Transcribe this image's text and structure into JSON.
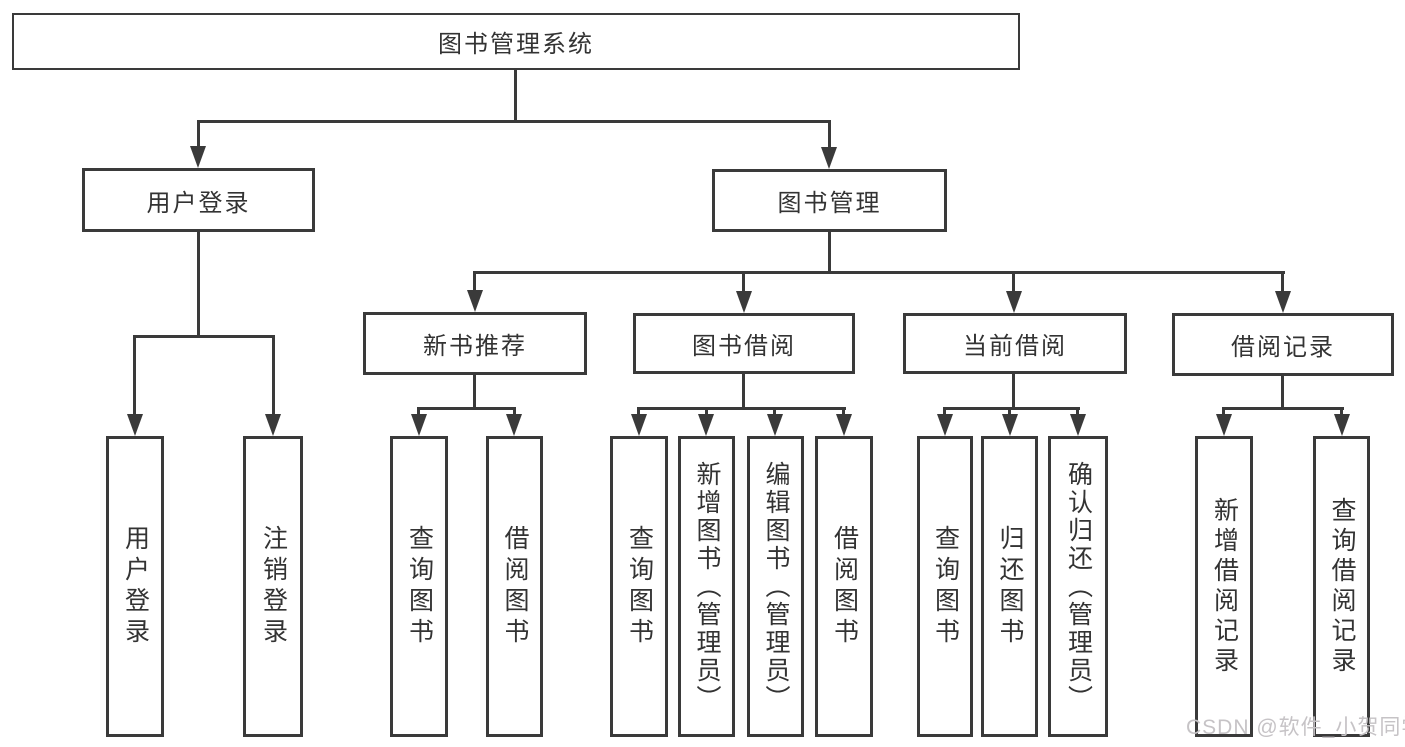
{
  "diagram": {
    "title": "图书管理系统",
    "level2": [
      {
        "label": "用户登录"
      },
      {
        "label": "图书管理"
      }
    ],
    "level3": [
      {
        "label": "新书推荐"
      },
      {
        "label": "图书借阅"
      },
      {
        "label": "当前借阅"
      },
      {
        "label": "借阅记录"
      }
    ],
    "leaves": [
      {
        "label": "用户登录"
      },
      {
        "label": "注销登录"
      },
      {
        "label": "查询图书"
      },
      {
        "label": "借阅图书"
      },
      {
        "label": "查询图书"
      },
      {
        "label": "新增图书（管理员）"
      },
      {
        "label": "编辑图书（管理员）"
      },
      {
        "label": "借阅图书"
      },
      {
        "label": "查询图书"
      },
      {
        "label": "归还图书"
      },
      {
        "label": "确认归还（管理员）"
      },
      {
        "label": "新增借阅记录"
      },
      {
        "label": "查询借阅记录"
      }
    ],
    "watermark": "CSDN @软件_小贺同学",
    "colors": {
      "line": "#3a3a3a",
      "text": "#333333",
      "background": "#ffffff",
      "watermark": "#c6c3c6"
    }
  }
}
